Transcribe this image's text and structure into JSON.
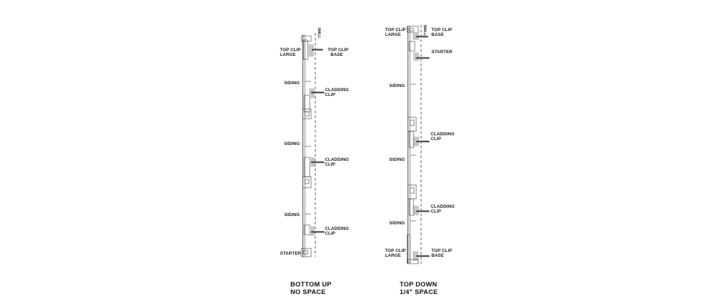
{
  "left": {
    "wall_label": "WALL",
    "labels": {
      "top_clip_large": [
        "TOP CLIP",
        "LARGE"
      ],
      "top_clip_base": [
        "TOP CLIP",
        "BASE"
      ],
      "siding_1": "SIDING",
      "cladding_clip_1": [
        "CLADDING",
        "CLIP"
      ],
      "siding_2": "SIDING",
      "cladding_clip_2": [
        "CLADDING",
        "CLIP"
      ],
      "siding_3": "SIDING",
      "cladding_clip_3": [
        "CLADDING",
        "CLIP"
      ],
      "starter": "STARTER"
    },
    "caption": [
      "BOTTOM UP",
      "NO SPACE"
    ]
  },
  "right": {
    "wall_label": "WALL",
    "labels": {
      "top_clip_large": [
        "TOP CLIP",
        "LARGE"
      ],
      "top_clip_base": [
        "TOP CLIP",
        "BASE"
      ],
      "starter": "STARTER",
      "siding_1": "SIDING",
      "cladding_clip_1": [
        "CLADDING",
        "CLIP"
      ],
      "siding_2": "SIDING",
      "cladding_clip_2": [
        "CLADDING",
        "CLIP"
      ],
      "siding_3": "SIDING",
      "bottom_clip_large": [
        "TOP CLIP",
        "LARGE"
      ],
      "bottom_clip_base": [
        "TOP CLIP",
        "BASE"
      ]
    },
    "caption": [
      "TOP DOWN",
      "1/4\" SPACE"
    ]
  }
}
